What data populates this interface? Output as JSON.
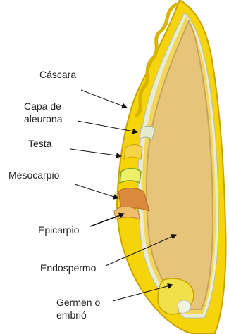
{
  "labels": {
    "cascara": "Cáscara",
    "capa_line1": "Capa de",
    "capa_line2": "aleurona",
    "testa": "Testa",
    "mesocarpio": "Mesocarpio",
    "epicarpio": "Epicarpio",
    "endospermo": "Endospermo",
    "germen_line1": "Germen o",
    "germen_line2": "embrió"
  },
  "colors": {
    "husk": "#f5d50a",
    "husk_dark": "#c9a300",
    "endosperm": "#e6c47a",
    "endosperm_edge": "#c7a35b",
    "aleurone": "#e8ecd6",
    "testa": "#f2d65c",
    "mesocarp": "#d98a3c",
    "germ": "#f1e04a"
  }
}
